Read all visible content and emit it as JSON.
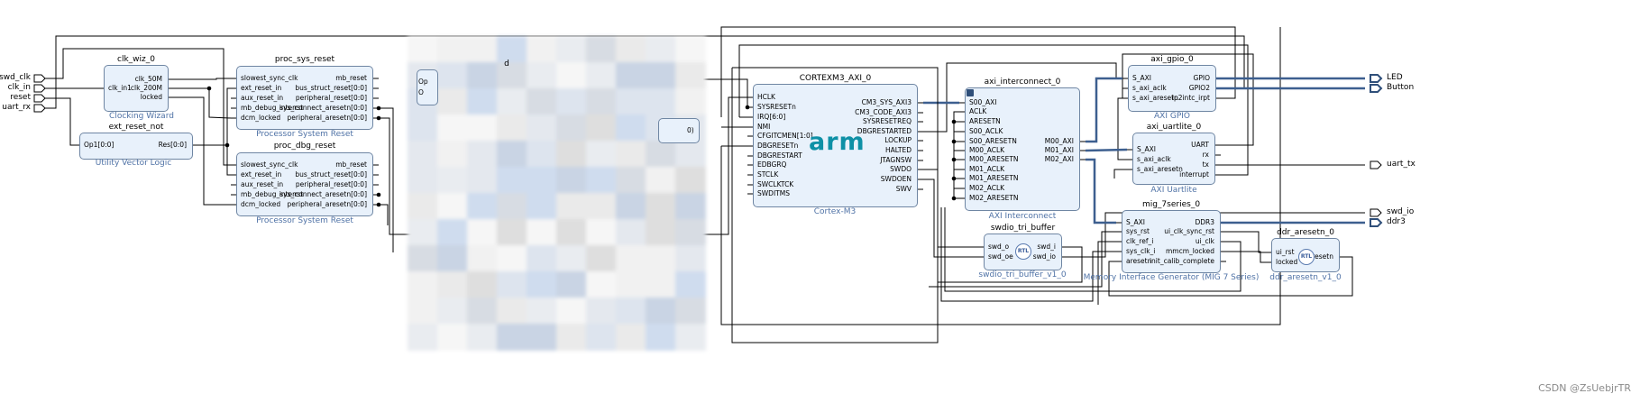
{
  "external_ports_left": [
    "swd_clk",
    "clk_in",
    "reset",
    "uart_rx"
  ],
  "external_ports_right": {
    "led": "LED",
    "button": "Button",
    "uart_tx": "uart_tx",
    "swd_io": "swd_io",
    "ddr3": "ddr3"
  },
  "blocks": {
    "clk_wiz": {
      "title": "clk_wiz_0",
      "subtitle": "Clocking Wizard",
      "pins_left": [
        "clk_in1"
      ],
      "pins_right": [
        "clk_50M",
        "clk_200M",
        "locked"
      ]
    },
    "ext_reset_not": {
      "title": "ext_reset_not",
      "subtitle": "Utility Vector Logic",
      "pins_left": [
        "Op1[0:0]"
      ],
      "pins_right": [
        "Res[0:0]"
      ]
    },
    "proc_sys_reset": {
      "title": "proc_sys_reset",
      "subtitle": "Processor System Reset",
      "pins_left": [
        "slowest_sync_clk",
        "ext_reset_in",
        "aux_reset_in",
        "mb_debug_sys_rst",
        "dcm_locked"
      ],
      "pins_right": [
        "mb_reset",
        "bus_struct_reset[0:0]",
        "peripheral_reset[0:0]",
        "interconnect_aresetn[0:0]",
        "peripheral_aresetn[0:0]"
      ]
    },
    "proc_dbg_reset": {
      "title": "proc_dbg_reset",
      "subtitle": "Processor System Reset",
      "pins_left": [
        "slowest_sync_clk",
        "ext_reset_in",
        "aux_reset_in",
        "mb_debug_sys_rst",
        "dcm_locked"
      ],
      "pins_right": [
        "mb_reset",
        "bus_struct_reset[0:0]",
        "peripheral_reset[0:0]",
        "interconnect_aresetn[0:0]",
        "peripheral_aresetn[0:0]"
      ]
    },
    "cortexm3": {
      "title": "CORTEXM3_AXI_0",
      "subtitle": "Cortex-M3",
      "logo": "arm",
      "pins_left": [
        "HCLK",
        "SYSRESETn",
        "IRQ[6:0]",
        "NMI",
        "CFGITCMEN[1:0]",
        "DBGRESETn",
        "DBGRESTART",
        "EDBGRQ",
        "STCLK",
        "SWCLKTCK",
        "SWDITMS"
      ],
      "pins_right": [
        "CM3_SYS_AXI3",
        "CM3_CODE_AXI3",
        "SYSRESETREQ",
        "DBGRESTARTED",
        "LOCKUP",
        "HALTED",
        "JTAGNSW",
        "SWDO",
        "SWDOEN",
        "SWV"
      ]
    },
    "axi_interconnect": {
      "title": "axi_interconnect_0",
      "subtitle": "AXI Interconnect",
      "pins_left": [
        "S00_AXI",
        "ACLK",
        "ARESETN",
        "S00_ACLK",
        "S00_ARESETN",
        "M00_ACLK",
        "M00_ARESETN",
        "M01_ACLK",
        "M01_ARESETN",
        "M02_ACLK",
        "M02_ARESETN"
      ],
      "pins_right": [
        "M00_AXI",
        "M01_AXI",
        "M02_AXI"
      ]
    },
    "swdio": {
      "title": "swdio_tri_buffer",
      "subtitle": "swdio_tri_buffer_v1_0",
      "badge": "RTL",
      "pins_left": [
        "swd_o",
        "swd_oe"
      ],
      "pins_right": [
        "swd_i",
        "swd_io"
      ]
    },
    "axi_gpio": {
      "title": "axi_gpio_0",
      "subtitle": "AXI GPIO",
      "pins_left": [
        "S_AXI",
        "s_axi_aclk",
        "s_axi_aresetn"
      ],
      "pins_right": [
        "GPIO",
        "GPIO2",
        "ip2intc_irpt"
      ]
    },
    "axi_uartlite": {
      "title": "axi_uartlite_0",
      "subtitle": "AXI Uartlite",
      "pins_left": [
        "S_AXI",
        "s_axi_aclk",
        "s_axi_aresetn"
      ],
      "pins_right": [
        "UART",
        "rx",
        "tx",
        "interrupt"
      ]
    },
    "mig": {
      "title": "mig_7series_0",
      "subtitle": "Memory Interface Generator (MIG 7 Series)",
      "pins_left": [
        "S_AXI",
        "sys_rst",
        "clk_ref_i",
        "sys_clk_i",
        "aresetn"
      ],
      "pins_right": [
        "DDR3",
        "ui_clk_sync_rst",
        "ui_clk",
        "mmcm_locked",
        "init_calib_complete"
      ]
    },
    "ddr_aresetn": {
      "title": "ddr_aresetn_0",
      "subtitle": "ddr_aresetn_v1_0",
      "badge": "RTL",
      "pins_left": [
        "ui_rst",
        "locked"
      ],
      "pins_right": [
        "aresetn"
      ]
    }
  },
  "partial_labels": {
    "occluded_pin_a": "Op",
    "occluded_pin_b": "O",
    "occluded_title": "d",
    "occluded_pin_c": "0)"
  },
  "watermark": "CSDN @ZsUebjrTR",
  "colors": {
    "block_fill": "#e8f1fb",
    "block_border": "#6f86a3",
    "wire": "#000000",
    "bus": "#3d5f8f",
    "subtitle": "#4f72a6",
    "arm_logo": "#0e90a6"
  }
}
